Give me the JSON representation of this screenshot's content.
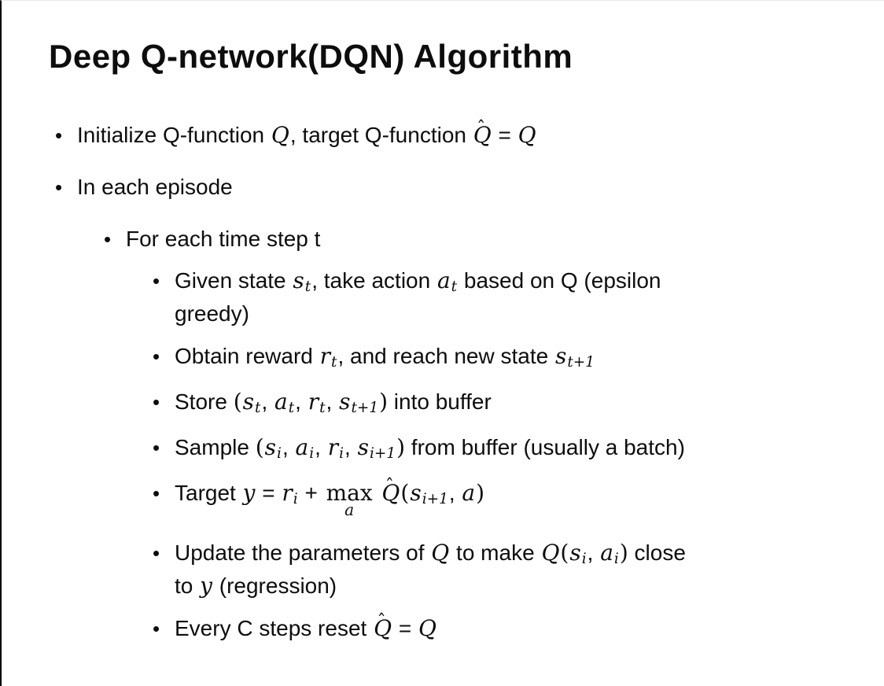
{
  "slide": {
    "title": "Deep Q-network(DQN) Algorithm",
    "bullet_glyph": "•",
    "hat_glyph": "ˆ",
    "text_color": "#0d0d0d",
    "background_color": "#ffffff",
    "border_color": "#000000",
    "bullets": [
      {
        "level": 1,
        "segments": [
          {
            "t": "Initialize Q-function "
          },
          {
            "v": "Q"
          },
          {
            "t": ", target Q-function "
          },
          {
            "hat": "Q"
          },
          {
            "t": " = "
          },
          {
            "v": "Q"
          }
        ]
      },
      {
        "level": 1,
        "segments": [
          {
            "t": "In each episode"
          }
        ]
      },
      {
        "level": 2,
        "segments": [
          {
            "t": "For each time step t"
          }
        ]
      },
      {
        "level": 3,
        "segments": [
          {
            "t": "Given state "
          },
          {
            "v": "s"
          },
          {
            "s": "t"
          },
          {
            "t": ", take action "
          },
          {
            "v": "a"
          },
          {
            "s": "t"
          },
          {
            "t": " based on Q (epsilon"
          },
          {
            "br": true
          },
          {
            "t": "greedy)"
          }
        ]
      },
      {
        "level": 3,
        "segments": [
          {
            "t": "Obtain reward "
          },
          {
            "v": "r"
          },
          {
            "s": "t"
          },
          {
            "t": ", and reach new state "
          },
          {
            "v": "s"
          },
          {
            "s": "t+1"
          }
        ]
      },
      {
        "level": 3,
        "segments": [
          {
            "t": "Store "
          },
          {
            "p": "("
          },
          {
            "v": "s"
          },
          {
            "s": "t"
          },
          {
            "t": ", "
          },
          {
            "v": "a"
          },
          {
            "s": "t"
          },
          {
            "t": ", "
          },
          {
            "v": "r"
          },
          {
            "s": "t"
          },
          {
            "t": ", "
          },
          {
            "v": "s"
          },
          {
            "s": "t+1"
          },
          {
            "p": ")"
          },
          {
            "t": " into buffer"
          }
        ]
      },
      {
        "level": 3,
        "segments": [
          {
            "t": "Sample "
          },
          {
            "p": "("
          },
          {
            "v": "s"
          },
          {
            "s": "i"
          },
          {
            "t": ", "
          },
          {
            "v": "a"
          },
          {
            "s": "i"
          },
          {
            "t": ", "
          },
          {
            "v": "r"
          },
          {
            "s": "i"
          },
          {
            "t": ", "
          },
          {
            "v": "s"
          },
          {
            "s": "i+1"
          },
          {
            "p": ")"
          },
          {
            "t": " from buffer (usually a batch)"
          }
        ]
      },
      {
        "level": 3,
        "segments": [
          {
            "t": "Target "
          },
          {
            "v": "y"
          },
          {
            "t": " = "
          },
          {
            "v": "r"
          },
          {
            "s": "i"
          },
          {
            "t": " + "
          },
          {
            "under": {
              "base": "max",
              "sub": "a"
            }
          },
          {
            "t": " "
          },
          {
            "hat": "Q"
          },
          {
            "p": "("
          },
          {
            "v": "s"
          },
          {
            "s": "i+1"
          },
          {
            "t": ", "
          },
          {
            "v": "a"
          },
          {
            "p": ")"
          }
        ]
      },
      {
        "level": 3,
        "segments": [
          {
            "t": "Update the parameters of "
          },
          {
            "v": "Q"
          },
          {
            "t": " to make "
          },
          {
            "v": "Q"
          },
          {
            "p": "("
          },
          {
            "v": "s"
          },
          {
            "s": "i"
          },
          {
            "t": ", "
          },
          {
            "v": "a"
          },
          {
            "s": "i"
          },
          {
            "p": ")"
          },
          {
            "t": " close"
          },
          {
            "br": true
          },
          {
            "t": "to "
          },
          {
            "v": "y"
          },
          {
            "t": " (regression)"
          }
        ]
      },
      {
        "level": 3,
        "segments": [
          {
            "t": "Every C steps reset "
          },
          {
            "hat": "Q"
          },
          {
            "t": " = "
          },
          {
            "v": "Q"
          }
        ]
      }
    ]
  }
}
